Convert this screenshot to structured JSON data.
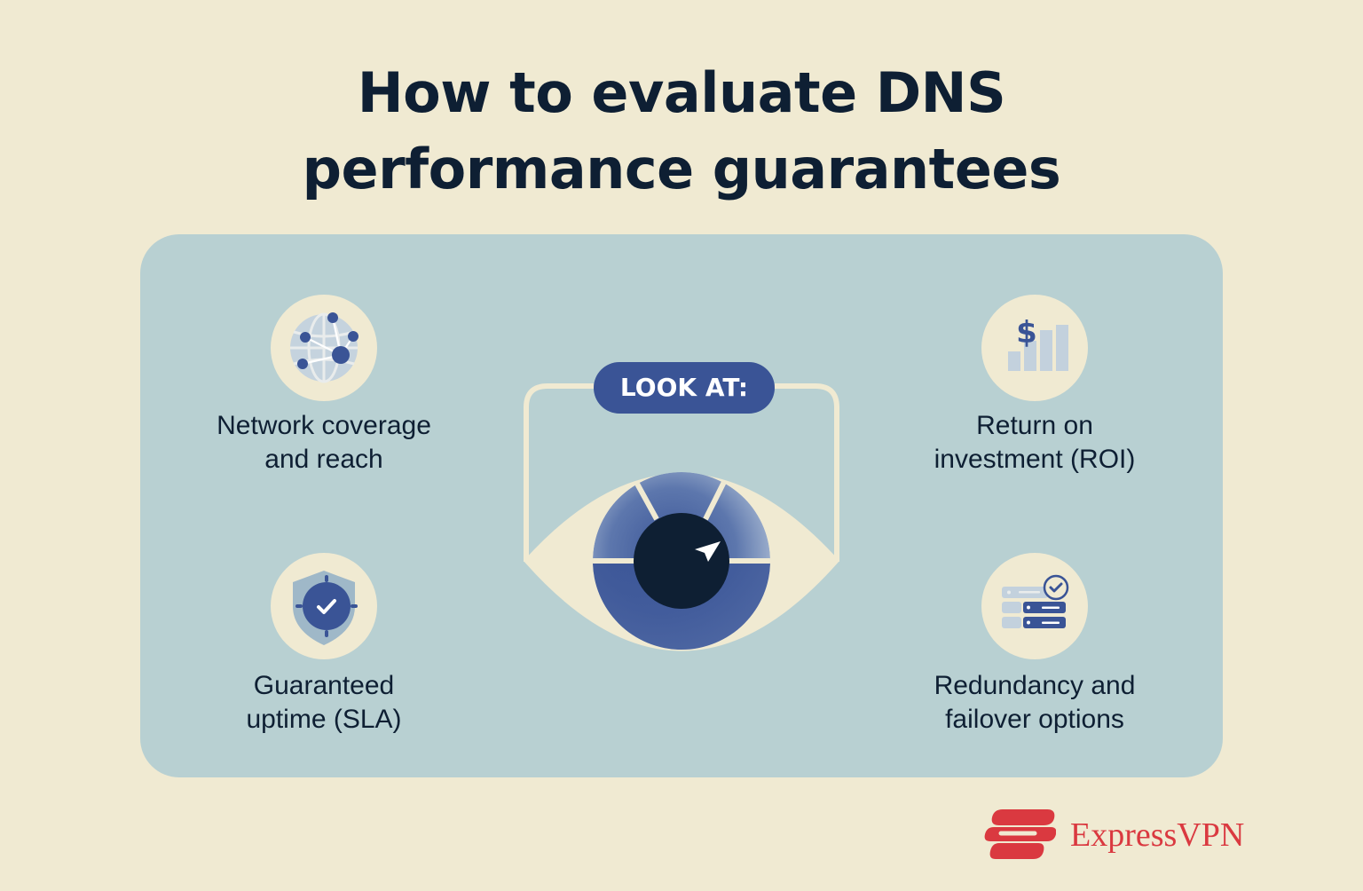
{
  "title": {
    "line1": "How to evaluate DNS",
    "line2": "performance guarantees"
  },
  "center": {
    "badge": "LOOK AT:",
    "eye_icon": "eye-icon",
    "cursor_icon": "cursor-arrow-icon"
  },
  "items": [
    {
      "icon": "globe-network-icon",
      "line1": "Network coverage",
      "line2": "and reach"
    },
    {
      "icon": "shield-check-icon",
      "line1": "Guaranteed",
      "line2": "uptime (SLA)"
    },
    {
      "icon": "dollar-bar-chart-icon",
      "icon_glyph": "$",
      "line1": "Return on",
      "line2": "investment (ROI)"
    },
    {
      "icon": "server-stack-check-icon",
      "line1": "Redundancy and",
      "line2": "failover options"
    }
  ],
  "brand": {
    "name": "ExpressVPN",
    "logo_icon": "expressvpn-logo-icon"
  },
  "colors": {
    "background": "#f0ead2",
    "panel": "#b8d0d2",
    "navy_text": "#0e1f33",
    "accent_blue": "#3a5496",
    "light_blue": "#8fa5c8",
    "brand_red": "#da3940"
  }
}
